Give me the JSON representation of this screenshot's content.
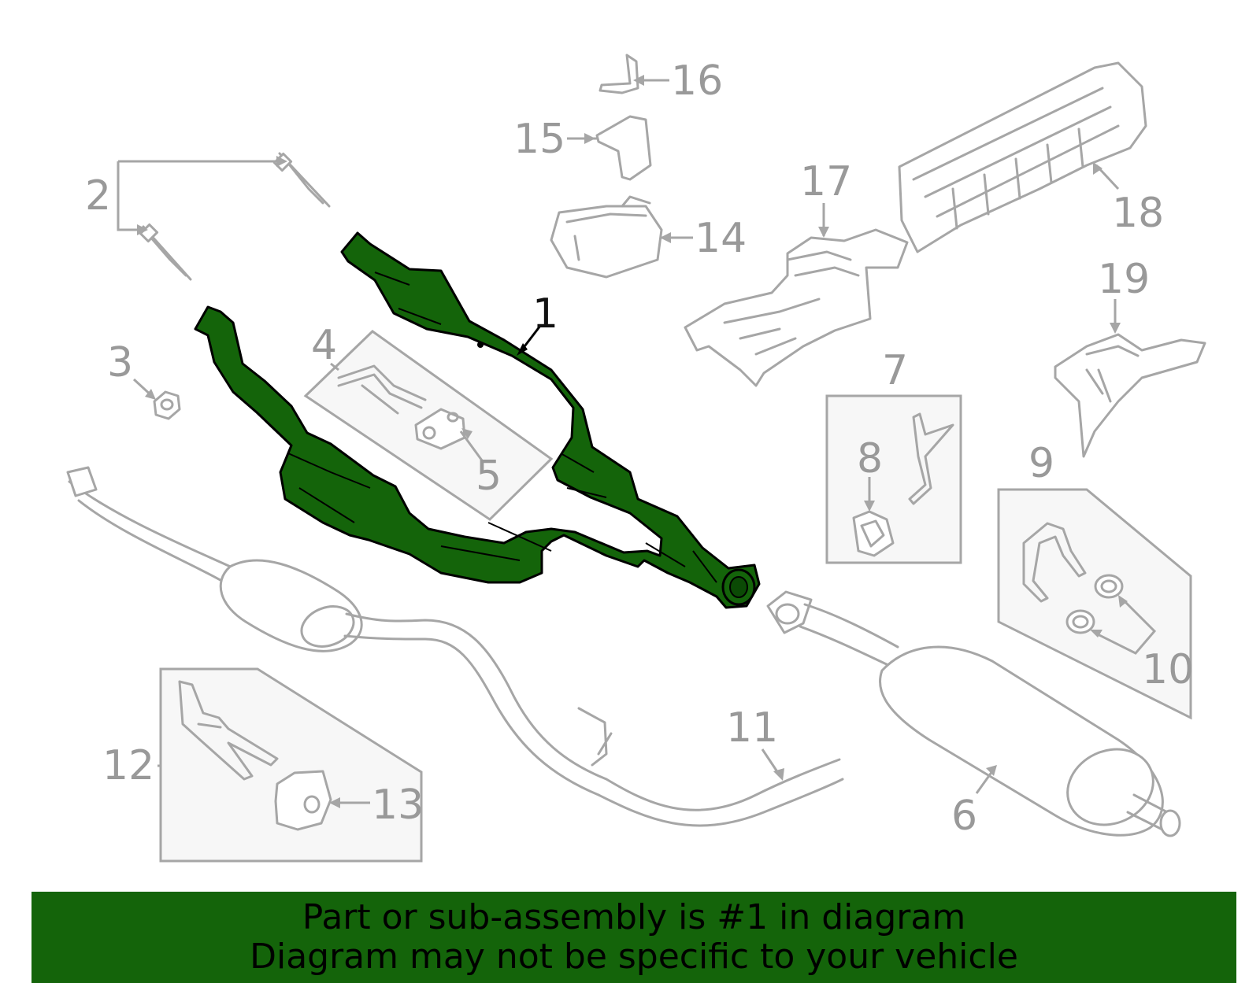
{
  "callouts": {
    "c1": "1",
    "c2": "2",
    "c3": "3",
    "c4": "4",
    "c5": "5",
    "c6": "6",
    "c7": "7",
    "c8": "8",
    "c9": "9",
    "c10": "10",
    "c11": "11",
    "c12": "12",
    "c13": "13",
    "c14": "14",
    "c15": "15",
    "c16": "16",
    "c17": "17",
    "c18": "18",
    "c19": "19"
  },
  "banner": {
    "line1": "Part or sub-assembly is #1 in diagram",
    "line2": "Diagram may not be specific to your vehicle"
  },
  "colors": {
    "highlight": "#14640a",
    "banner_bg": "#14640a",
    "outline_gray": "#a6a6a6"
  }
}
